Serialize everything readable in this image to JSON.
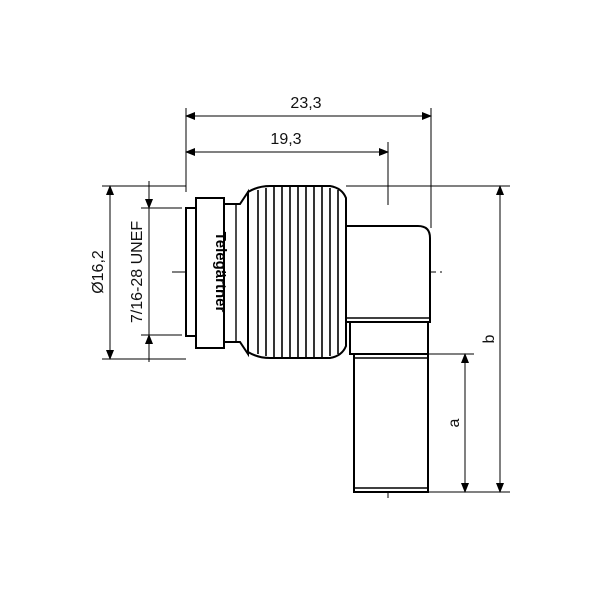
{
  "drawing": {
    "dimensions": {
      "overall_length": "23,3",
      "body_length": "19,3",
      "diameter": "Ø16,2",
      "thread": "7/16-28 UNEF",
      "dim_a": "a",
      "dim_b": "b"
    },
    "logo_text": "Telegärtner",
    "colors": {
      "line": "#000000",
      "background": "#ffffff"
    }
  }
}
